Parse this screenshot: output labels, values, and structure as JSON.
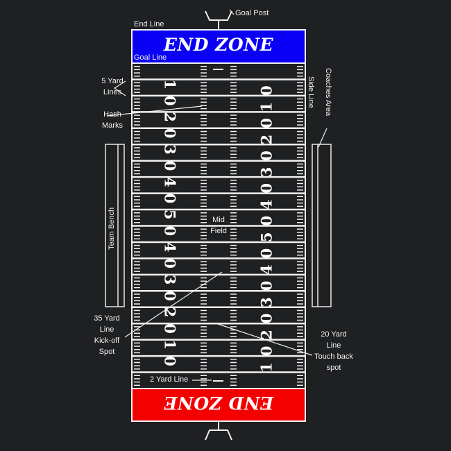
{
  "colors": {
    "background": "#1f2022",
    "lines": "#f0f0f0",
    "top_end_zone": "#0a00f5",
    "bottom_end_zone": "#f50000",
    "text": "#ffffff"
  },
  "field": {
    "top_end_zone_label": "END ZONE",
    "bottom_end_zone_label": "END ZONE",
    "yard_numbers_left": [
      "10",
      "20",
      "30",
      "40",
      "50",
      "40",
      "30",
      "20",
      "10"
    ],
    "yard_numbers_right": [
      "10",
      "20",
      "30",
      "40",
      "50",
      "40",
      "30",
      "20",
      "10"
    ]
  },
  "labels": {
    "goal_post": "Goal Post",
    "end_line": "End Line",
    "goal_line": "Goal Line",
    "five_yard_lines_1": "5 Yard",
    "five_yard_lines_2": "Lines",
    "hash_marks_1": "Hash",
    "hash_marks_2": "Marks",
    "side_line": "Side Line",
    "coaches_area": "Coaches Area",
    "team_bench": "Team Bench",
    "mid_field_1": "Mid",
    "mid_field_2": "Field",
    "kickoff_1": "35 Yard",
    "kickoff_2": "Line",
    "kickoff_3": "Kick-off",
    "kickoff_4": "Spot",
    "touchback_1": "20 Yard",
    "touchback_2": "Line",
    "touchback_3": "Touch back",
    "touchback_4": "spot",
    "two_yard_line": "2 Yard Line"
  }
}
